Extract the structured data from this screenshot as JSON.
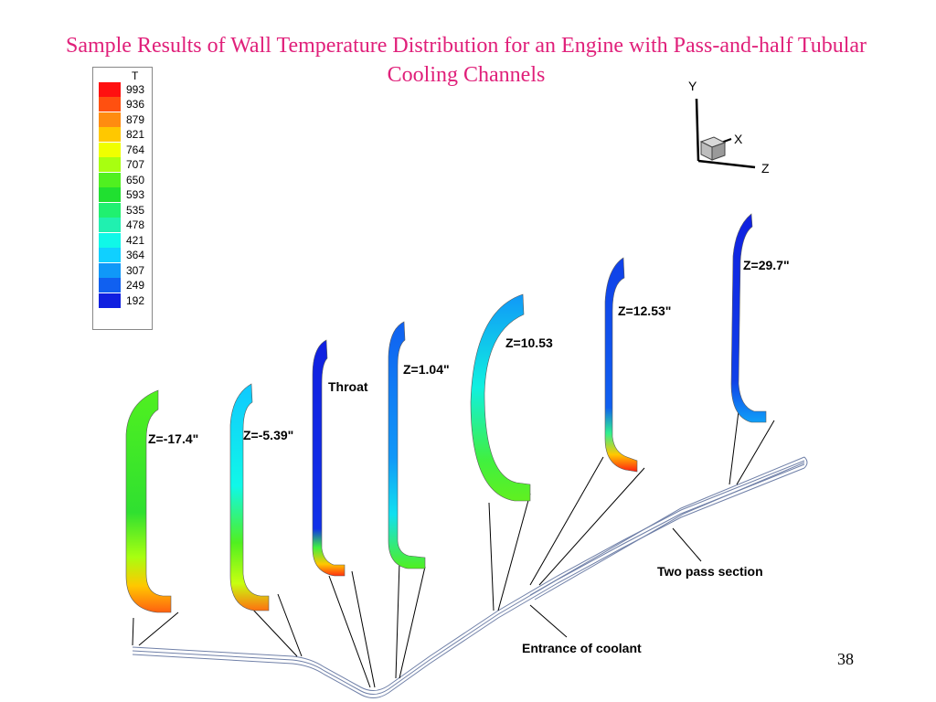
{
  "title": "Sample Results of Wall Temperature Distribution for an Engine with Pass-and-half  Tubular Cooling Channels",
  "legend": {
    "header": "T",
    "entries": [
      {
        "label": "993",
        "color": "#ff1010"
      },
      {
        "label": "936",
        "color": "#ff5010"
      },
      {
        "label": "879",
        "color": "#ff8c10"
      },
      {
        "label": "821",
        "color": "#ffc800"
      },
      {
        "label": "764",
        "color": "#f0ff00"
      },
      {
        "label": "707",
        "color": "#a8ff10"
      },
      {
        "label": "650",
        "color": "#50f020"
      },
      {
        "label": "593",
        "color": "#20e030"
      },
      {
        "label": "535",
        "color": "#20f070"
      },
      {
        "label": "478",
        "color": "#20f0b0"
      },
      {
        "label": "421",
        "color": "#10f8e8"
      },
      {
        "label": "364",
        "color": "#10d0ff"
      },
      {
        "label": "307",
        "color": "#1098f8"
      },
      {
        "label": "249",
        "color": "#1060f0"
      },
      {
        "label": "192",
        "color": "#1020e0"
      }
    ]
  },
  "axes": {
    "y": "Y",
    "x": "X",
    "z": "Z"
  },
  "sections": [
    {
      "label": "Z=-17.4\""
    },
    {
      "label": "Z=-5.39\""
    },
    {
      "label": "Throat"
    },
    {
      "label": "Z=1.04\""
    },
    {
      "label": "Z=10.53"
    },
    {
      "label": "Z=12.53\""
    },
    {
      "label": "Z=29.7\""
    }
  ],
  "annotations": {
    "two_pass": "Two pass section",
    "entrance": "Entrance of coolant"
  },
  "slide_number": "38"
}
